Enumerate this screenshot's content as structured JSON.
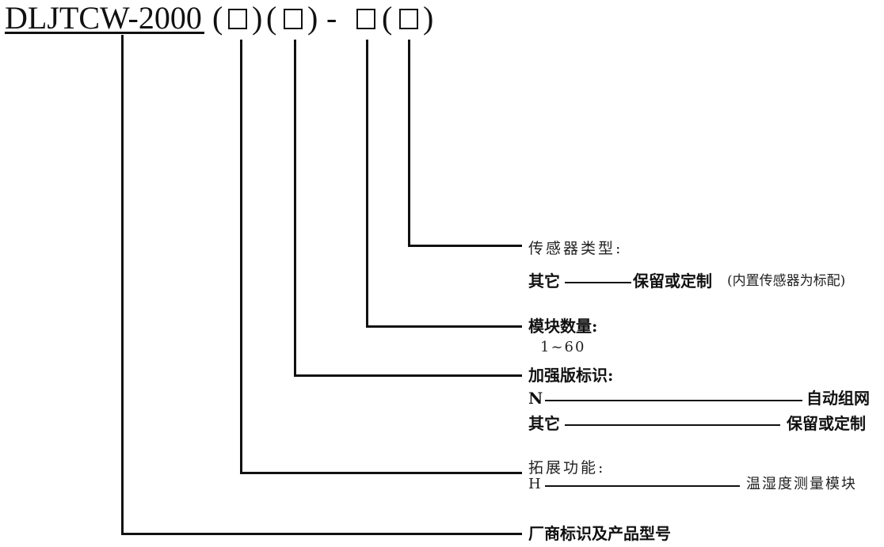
{
  "model": {
    "code": "DLJTCW-2000",
    "open_paren": "(",
    "close_paren": ")",
    "dash": "-"
  },
  "fields": [
    {
      "heading": "传感器类型:",
      "options": [
        {
          "code": "其它",
          "meaning": "保留或定制",
          "note": "(内置传感器为标配)"
        }
      ]
    },
    {
      "heading": "模块数量:",
      "range": "1~60"
    },
    {
      "heading": "加强版标识:",
      "options": [
        {
          "code": "N",
          "meaning": "自动组网"
        },
        {
          "code": "其它",
          "meaning": "保留或定制"
        }
      ]
    },
    {
      "heading": "拓展功能:",
      "options": [
        {
          "code": "H",
          "meaning": "温湿度测量模块"
        }
      ]
    },
    {
      "heading": "厂商标识及产品型号"
    }
  ]
}
